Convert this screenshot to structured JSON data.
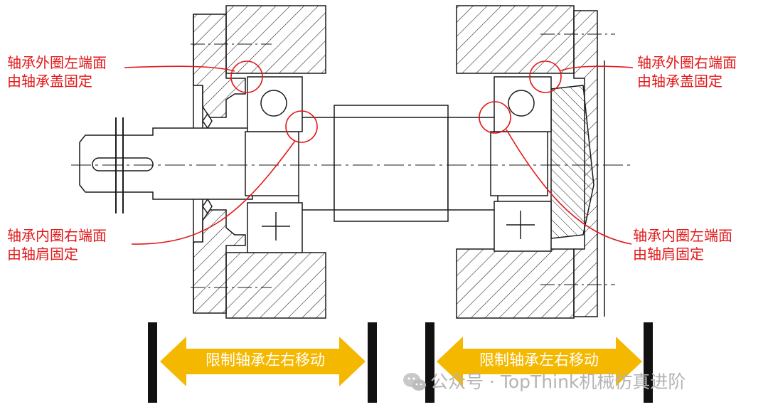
{
  "callouts": {
    "outer_left": {
      "line1": "轴承外圈左端面",
      "line2": "由轴承盖固定"
    },
    "outer_right": {
      "line1": "轴承外圈右端面",
      "line2": "由轴承盖固定"
    },
    "inner_right": {
      "line1": "轴承内圈右端面",
      "line2": "由轴肩固定"
    },
    "inner_left": {
      "line1": "轴承内圈左端面",
      "line2": "由轴肩固定"
    }
  },
  "arrows": {
    "left_label": "限制轴承左右移动",
    "right_label": "限制轴承左右移动"
  },
  "watermark": {
    "text": "公众号 · TopThink机械仿真进阶",
    "icon": "wechat-icon"
  },
  "colors": {
    "annotation": "#e3191b",
    "arrow": "#f5b800",
    "drawing": "#1a1a1a",
    "watermark": "#b4b4b4"
  }
}
